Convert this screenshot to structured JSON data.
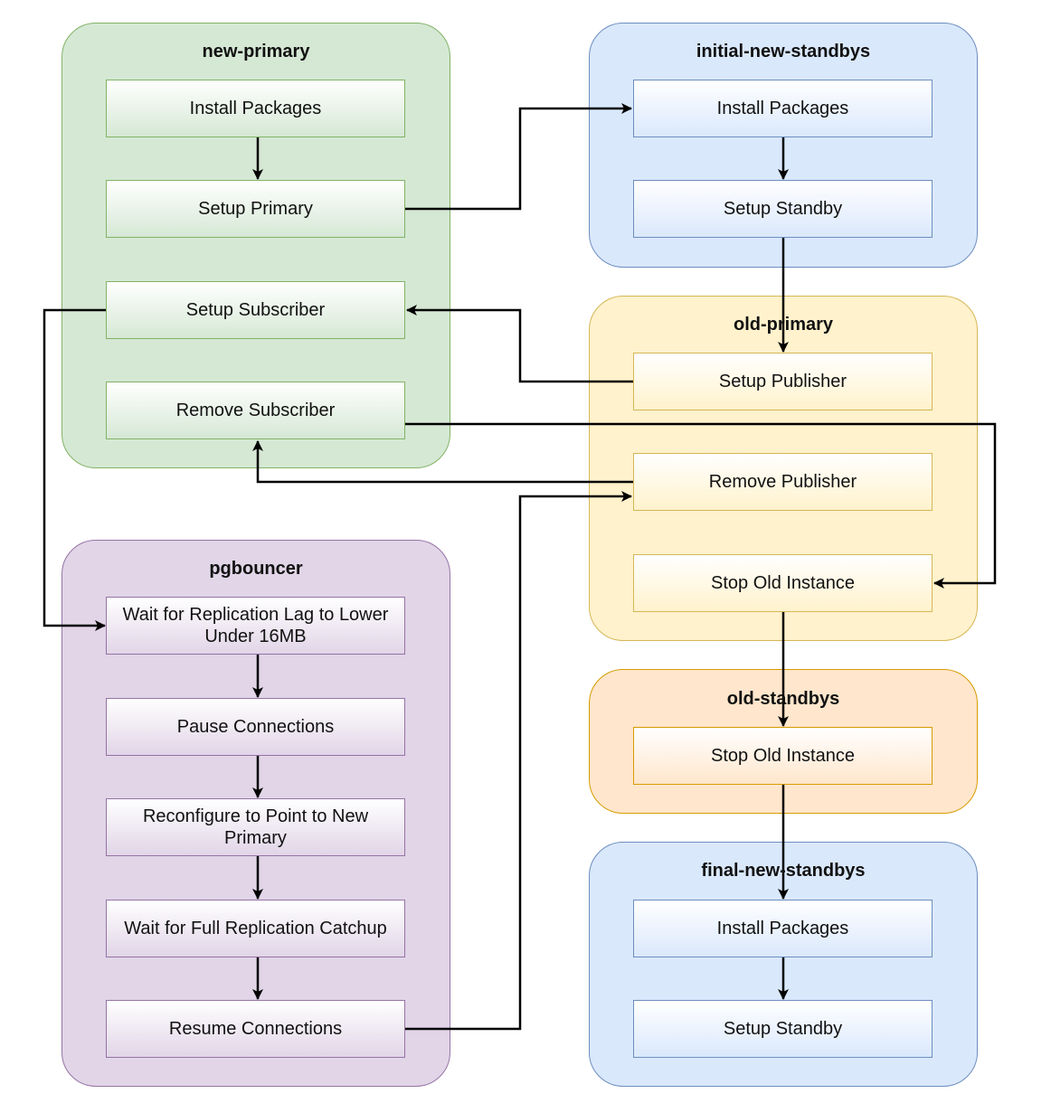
{
  "groups": {
    "new_primary": {
      "title": "new-primary",
      "steps": [
        "Install Packages",
        "Setup Primary",
        "Setup Subscriber",
        "Remove Subscriber"
      ]
    },
    "initial_new_standbys": {
      "title": "initial-new-standbys",
      "steps": [
        "Install Packages",
        "Setup Standby"
      ]
    },
    "old_primary": {
      "title": "old-primary",
      "steps": [
        "Setup Publisher",
        "Remove Publisher",
        "Stop Old Instance"
      ]
    },
    "old_standbys": {
      "title": "old-standbys",
      "steps": [
        "Stop Old Instance"
      ]
    },
    "final_new_standbys": {
      "title": "final-new-standbys",
      "steps": [
        "Install Packages",
        "Setup Standby"
      ]
    },
    "pgbouncer": {
      "title": "pgbouncer",
      "steps": [
        "Wait for Replication Lag to Lower Under 16MB",
        "Pause Connections",
        "Reconfigure to Point to New Primary",
        "Wait for Full Replication Catchup",
        "Resume Connections"
      ]
    }
  },
  "colors": {
    "green_fill": "#d5e8d4",
    "green_stroke": "#82b366",
    "blue_fill": "#dae8fc",
    "blue_stroke": "#6c8ebf",
    "yellow_fill": "#fff2cc",
    "yellow_stroke": "#d6b656",
    "orange_fill": "#ffe6cc",
    "orange_stroke": "#d79b00",
    "purple_fill": "#e1d5e7",
    "purple_stroke": "#9673a6",
    "edge": "#000000"
  },
  "edges": [
    {
      "from": "new-primary / Install Packages",
      "to": "new-primary / Setup Primary"
    },
    {
      "from": "new-primary / Setup Primary",
      "to": "initial-new-standbys / Install Packages"
    },
    {
      "from": "initial-new-standbys / Install Packages",
      "to": "initial-new-standbys / Setup Standby"
    },
    {
      "from": "initial-new-standbys / Setup Standby",
      "to": "old-primary / Setup Publisher"
    },
    {
      "from": "old-primary / Setup Publisher",
      "to": "new-primary / Setup Subscriber"
    },
    {
      "from": "new-primary / Setup Subscriber",
      "to": "pgbouncer / Wait for Replication Lag to Lower Under 16MB"
    },
    {
      "from": "pgbouncer / Wait for Replication Lag to Lower Under 16MB",
      "to": "pgbouncer / Pause Connections"
    },
    {
      "from": "pgbouncer / Pause Connections",
      "to": "pgbouncer / Reconfigure to Point to New Primary"
    },
    {
      "from": "pgbouncer / Reconfigure to Point to New Primary",
      "to": "pgbouncer / Wait for Full Replication Catchup"
    },
    {
      "from": "pgbouncer / Wait for Full Replication Catchup",
      "to": "pgbouncer / Resume Connections"
    },
    {
      "from": "pgbouncer / Resume Connections",
      "to": "old-primary / Remove Publisher"
    },
    {
      "from": "old-primary / Remove Publisher",
      "to": "new-primary / Remove Subscriber"
    },
    {
      "from": "new-primary / Remove Subscriber",
      "to": "old-primary / Stop Old Instance"
    },
    {
      "from": "old-primary / Stop Old Instance",
      "to": "old-standbys / Stop Old Instance"
    },
    {
      "from": "old-standbys / Stop Old Instance",
      "to": "final-new-standbys / Install Packages"
    },
    {
      "from": "final-new-standbys / Install Packages",
      "to": "final-new-standbys / Setup Standby"
    }
  ]
}
